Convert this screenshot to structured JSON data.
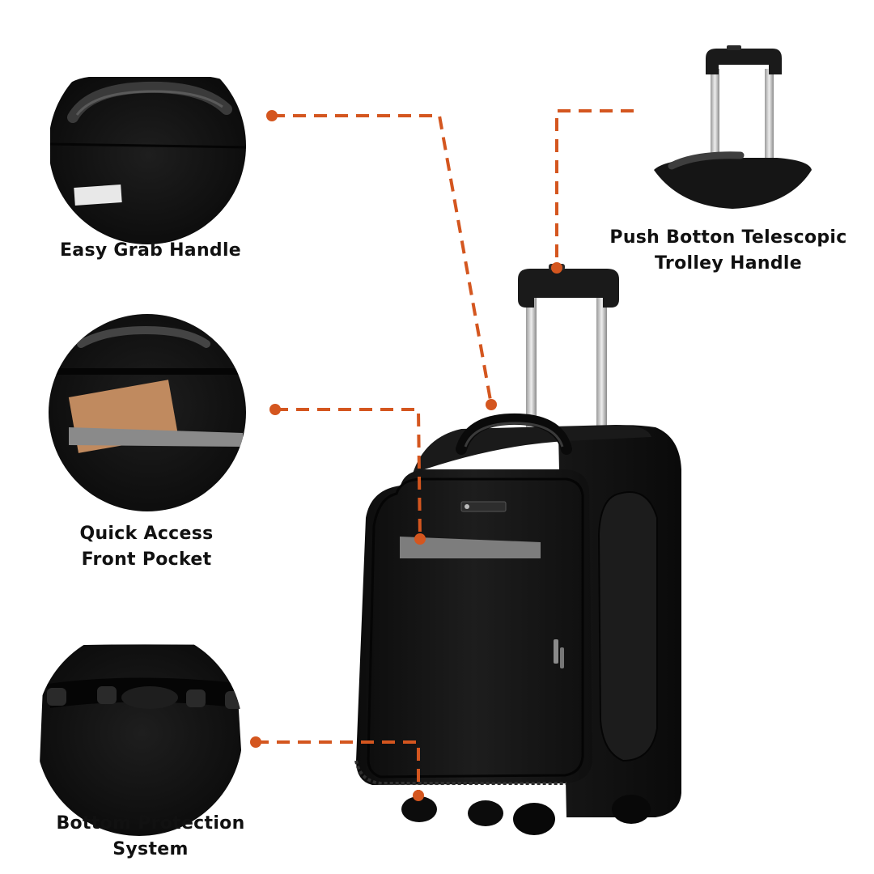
{
  "features": {
    "handle": {
      "label": "Easy Grab Handle"
    },
    "trolley": {
      "line1": "Push Botton Telescopic",
      "line2": "Trolley Handle"
    },
    "pocket": {
      "line1": "Quick Access",
      "line2": "Front Pocket"
    },
    "bottom": {
      "line1": "Bottom Protection",
      "line2": "System"
    }
  },
  "colors": {
    "accent": "#d4561f",
    "bag": "#141414",
    "stripe": "#7d7d7d",
    "pouch": "#c08a5f"
  }
}
